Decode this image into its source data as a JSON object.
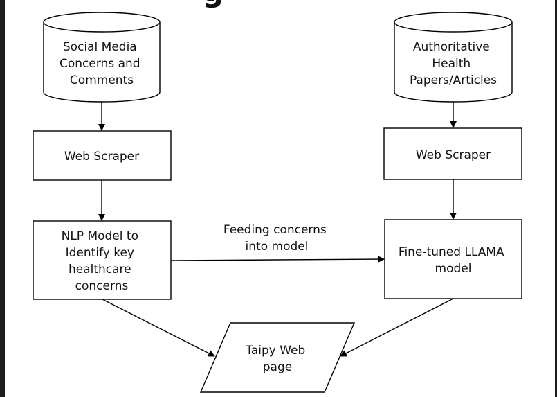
{
  "colors": {
    "canvas": "#ffffff",
    "frame": "#1e1e1e",
    "stroke": "#000000",
    "text": "#111111"
  },
  "header": {
    "cropped_title_fragment": "g"
  },
  "nodes": {
    "social_media_db": {
      "shape": "cylinder",
      "lines": [
        "Social Media",
        "Concerns and",
        "Comments"
      ]
    },
    "health_papers_db": {
      "shape": "cylinder",
      "lines": [
        "Authoritative",
        "Health",
        "Papers/Articles"
      ]
    },
    "web_scraper_left": {
      "shape": "rectangle",
      "lines": [
        "Web Scraper"
      ]
    },
    "web_scraper_right": {
      "shape": "rectangle",
      "lines": [
        "Web Scraper"
      ]
    },
    "nlp_model": {
      "shape": "rectangle",
      "lines": [
        "NLP Model to",
        "Identify key",
        "healthcare",
        "concerns"
      ]
    },
    "llama_model": {
      "shape": "rectangle",
      "lines": [
        "Fine-tuned LLAMA",
        "model"
      ]
    },
    "taipy_page": {
      "shape": "parallelogram",
      "lines": [
        "Taipy Web",
        "page"
      ]
    }
  },
  "edges": {
    "feeding_label": {
      "lines": [
        "Feeding concerns",
        "into model"
      ]
    }
  }
}
